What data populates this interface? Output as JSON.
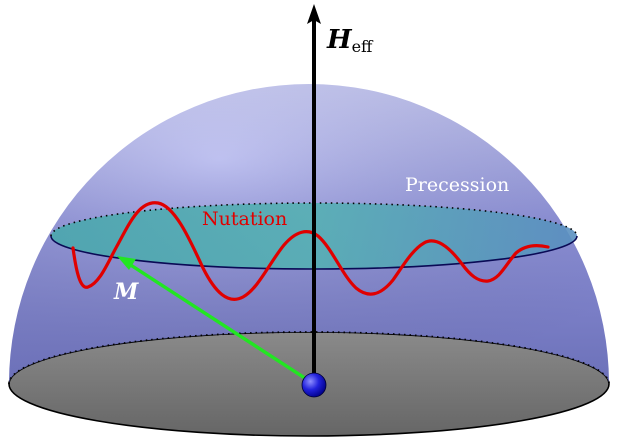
{
  "labels": {
    "field_symbol": "H",
    "field_subscript": "eff",
    "precession": "Precession",
    "nutation": "Nutation",
    "magnetization": "M"
  },
  "colors": {
    "dome_top": "#b9bdf5",
    "dome_bottom": "#6f74c9",
    "base_disk": "#7a7a7a",
    "precession_cone": "#4aa3a8",
    "nutation_curve": "#e00000",
    "magnetization_arrow": "#22e622",
    "axis": "#000000",
    "sphere": "#1a1ad0"
  },
  "icons": {
    "origin_marker": "sphere-icon",
    "axis_head": "arrow-up-icon"
  }
}
